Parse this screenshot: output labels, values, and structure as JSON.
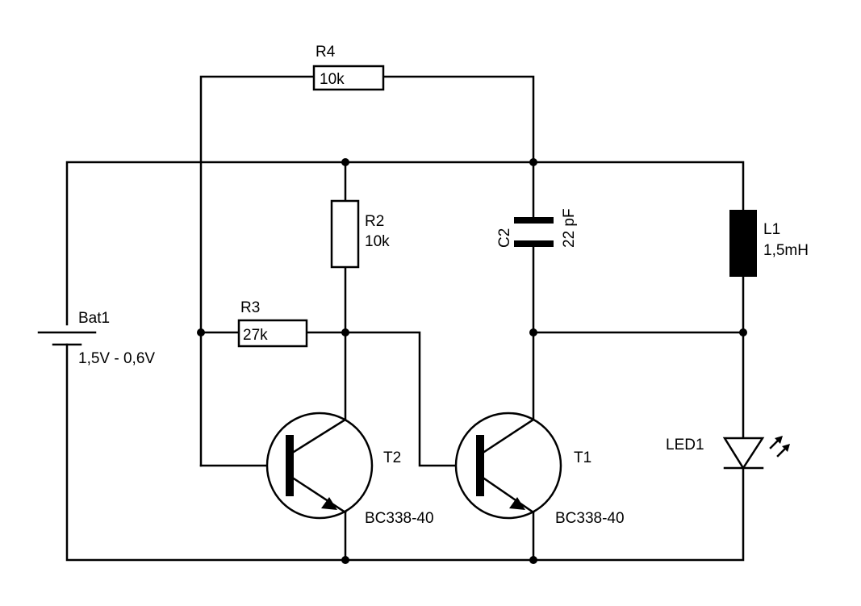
{
  "components": {
    "battery": {
      "ref": "Bat1",
      "value": "1,5V - 0,6V"
    },
    "r4": {
      "ref": "R4",
      "value": "10k"
    },
    "r2": {
      "ref": "R2",
      "value": "10k"
    },
    "r3": {
      "ref": "R3",
      "value": "27k"
    },
    "c2": {
      "ref": "C2",
      "value": "22 pF"
    },
    "l1": {
      "ref": "L1",
      "value": "1,5mH"
    },
    "led": {
      "ref": "LED1"
    },
    "t2": {
      "ref": "T2",
      "value": "BC338-40"
    },
    "t1": {
      "ref": "T1",
      "value": "BC338-40"
    }
  }
}
